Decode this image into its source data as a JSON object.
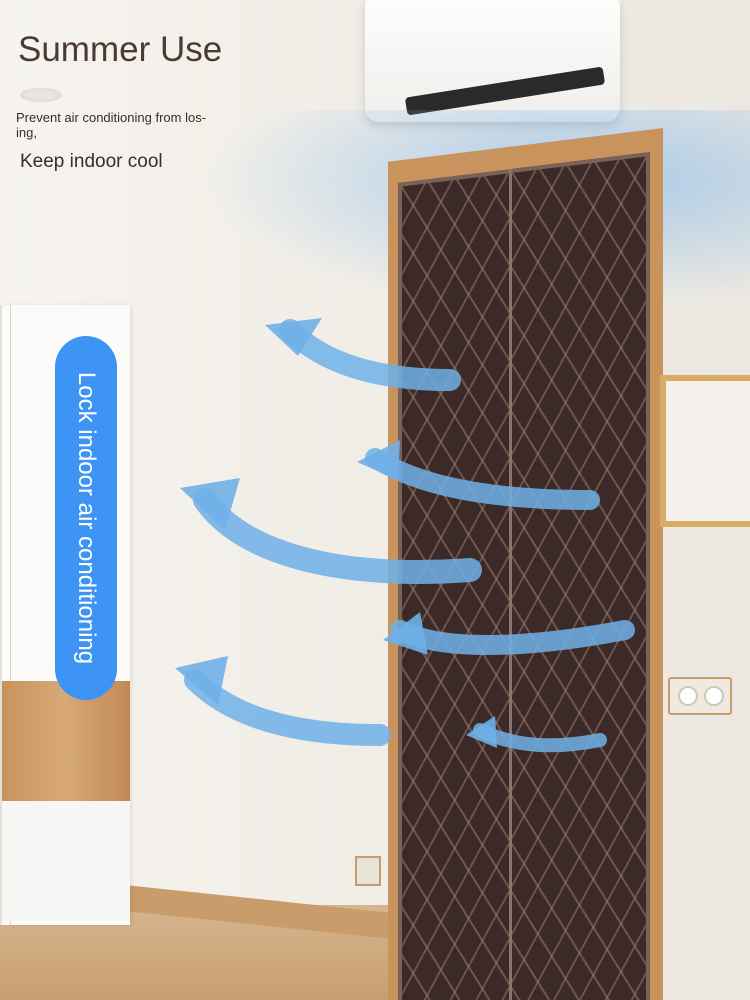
{
  "header": {
    "title": "Summer Use",
    "description": "Prevent air conditioning from los-\ning,",
    "tagline": "Keep indoor cool"
  },
  "badge": {
    "label": "Lock indoor air conditioning",
    "color": "#3d94f5"
  },
  "colors": {
    "arrow": "#6fb0e8",
    "curtain": "#3b2a27",
    "door_frame": "#c8935d"
  }
}
